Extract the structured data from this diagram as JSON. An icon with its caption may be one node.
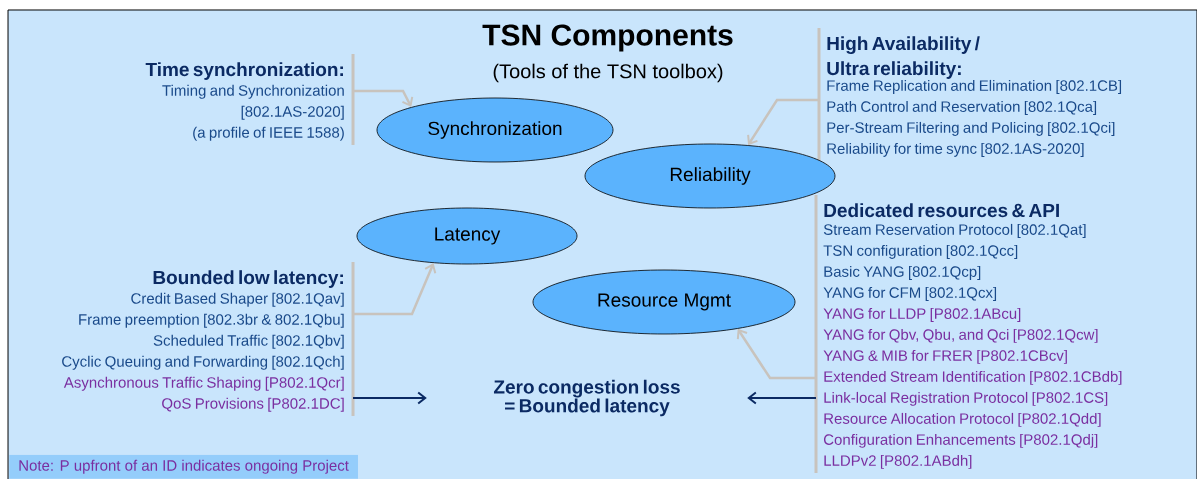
{
  "diagram": {
    "title": "TSN Components",
    "nodes": [
      {
        "text": [
          "Time synchronization:",
          "Timing and Synchronization",
          "[802.1AS-2020]",
          "(a profile of IEEE 1588)"
        ]
      },
      {
        "text": [
          "Synchronization"
        ]
      },
      {
        "text": [
          "High Availability / Ultra reliability:",
          "Frame Replication and Elimination [802.1CB]",
          "Path Control and Reservation [802.1Qca]",
          "Per-Stream Filtering and Policing [802.1Qci]",
          "Reliability for time sync [802.1AS-2020]"
        ]
      },
      {
        "text": [
          "Reliability"
        ]
      },
      {
        "text": [
          "Latency"
        ]
      },
      {
        "text": [
          "Dedicated resources & API",
          "Stream Reservation Protocol [802.1Qat]",
          "TSN configuration [802.1Qcc]",
          "Basic YANG [802.1Qcp]",
          "YANG for CFM [802.1Qcx]",
          "YANG for LLDP [P802.1ABcu]",
          "YANG for Qbv, Qbu, and Qci [P802.1Qcw]",
          "YANG & MIB for FRER [P802.1CBcv]",
          "Extended Stream Identification [P802.1CBdb]",
          "Link-local Registration Protocol [P802.1CS]",
          "Resource Allocation Protocol [P802.1Qdd]",
          "Configuration Enhancements [P802.1Qdj]",
          "LLDPv2 [P802.1ABdh]"
        ]
      },
      {
        "text": [
          "Bounded low latency:",
          "Credit Based Shaper [802.1Qav]",
          "Frame preemption [802.3br & 802.1Qbu]",
          "Scheduled Traffic [802.1Qbv]",
          "Cyclic Queuing and Forwarding [802.1Qch]",
          "Asynchronous Traffic Shaping [P802.1Qcr]",
          "QoS Provisions [P802.1DC]"
        ]
      },
      {
        "text": [
          "Resource Mgmt"
        ]
      },
      {
        "text": [
          "Zero congestion loss = Bounded latency"
        ]
      },
      {
        "text": [
          "Note: P upfront of an ID indicates ongoing Project"
        ]
      }
    ],
    "edges": [
      {
        "from": 0,
        "to": 1,
        "arrow": "to"
      },
      {
        "from": 2,
        "to": 3,
        "arrow": "to"
      },
      {
        "from": 6,
        "to": 4,
        "arrow": "to"
      },
      {
        "from": 5,
        "to": 7,
        "arrow": "to"
      },
      {
        "from": 6,
        "to": 8,
        "arrow": "to",
        "color": "#0b2a63"
      },
      {
        "from": 5,
        "to": 8,
        "arrow": "to",
        "color": "#0b2a63"
      }
    ],
    "labels": [
      "(Tools of the TSN toolbox)"
    ]
  }
}
